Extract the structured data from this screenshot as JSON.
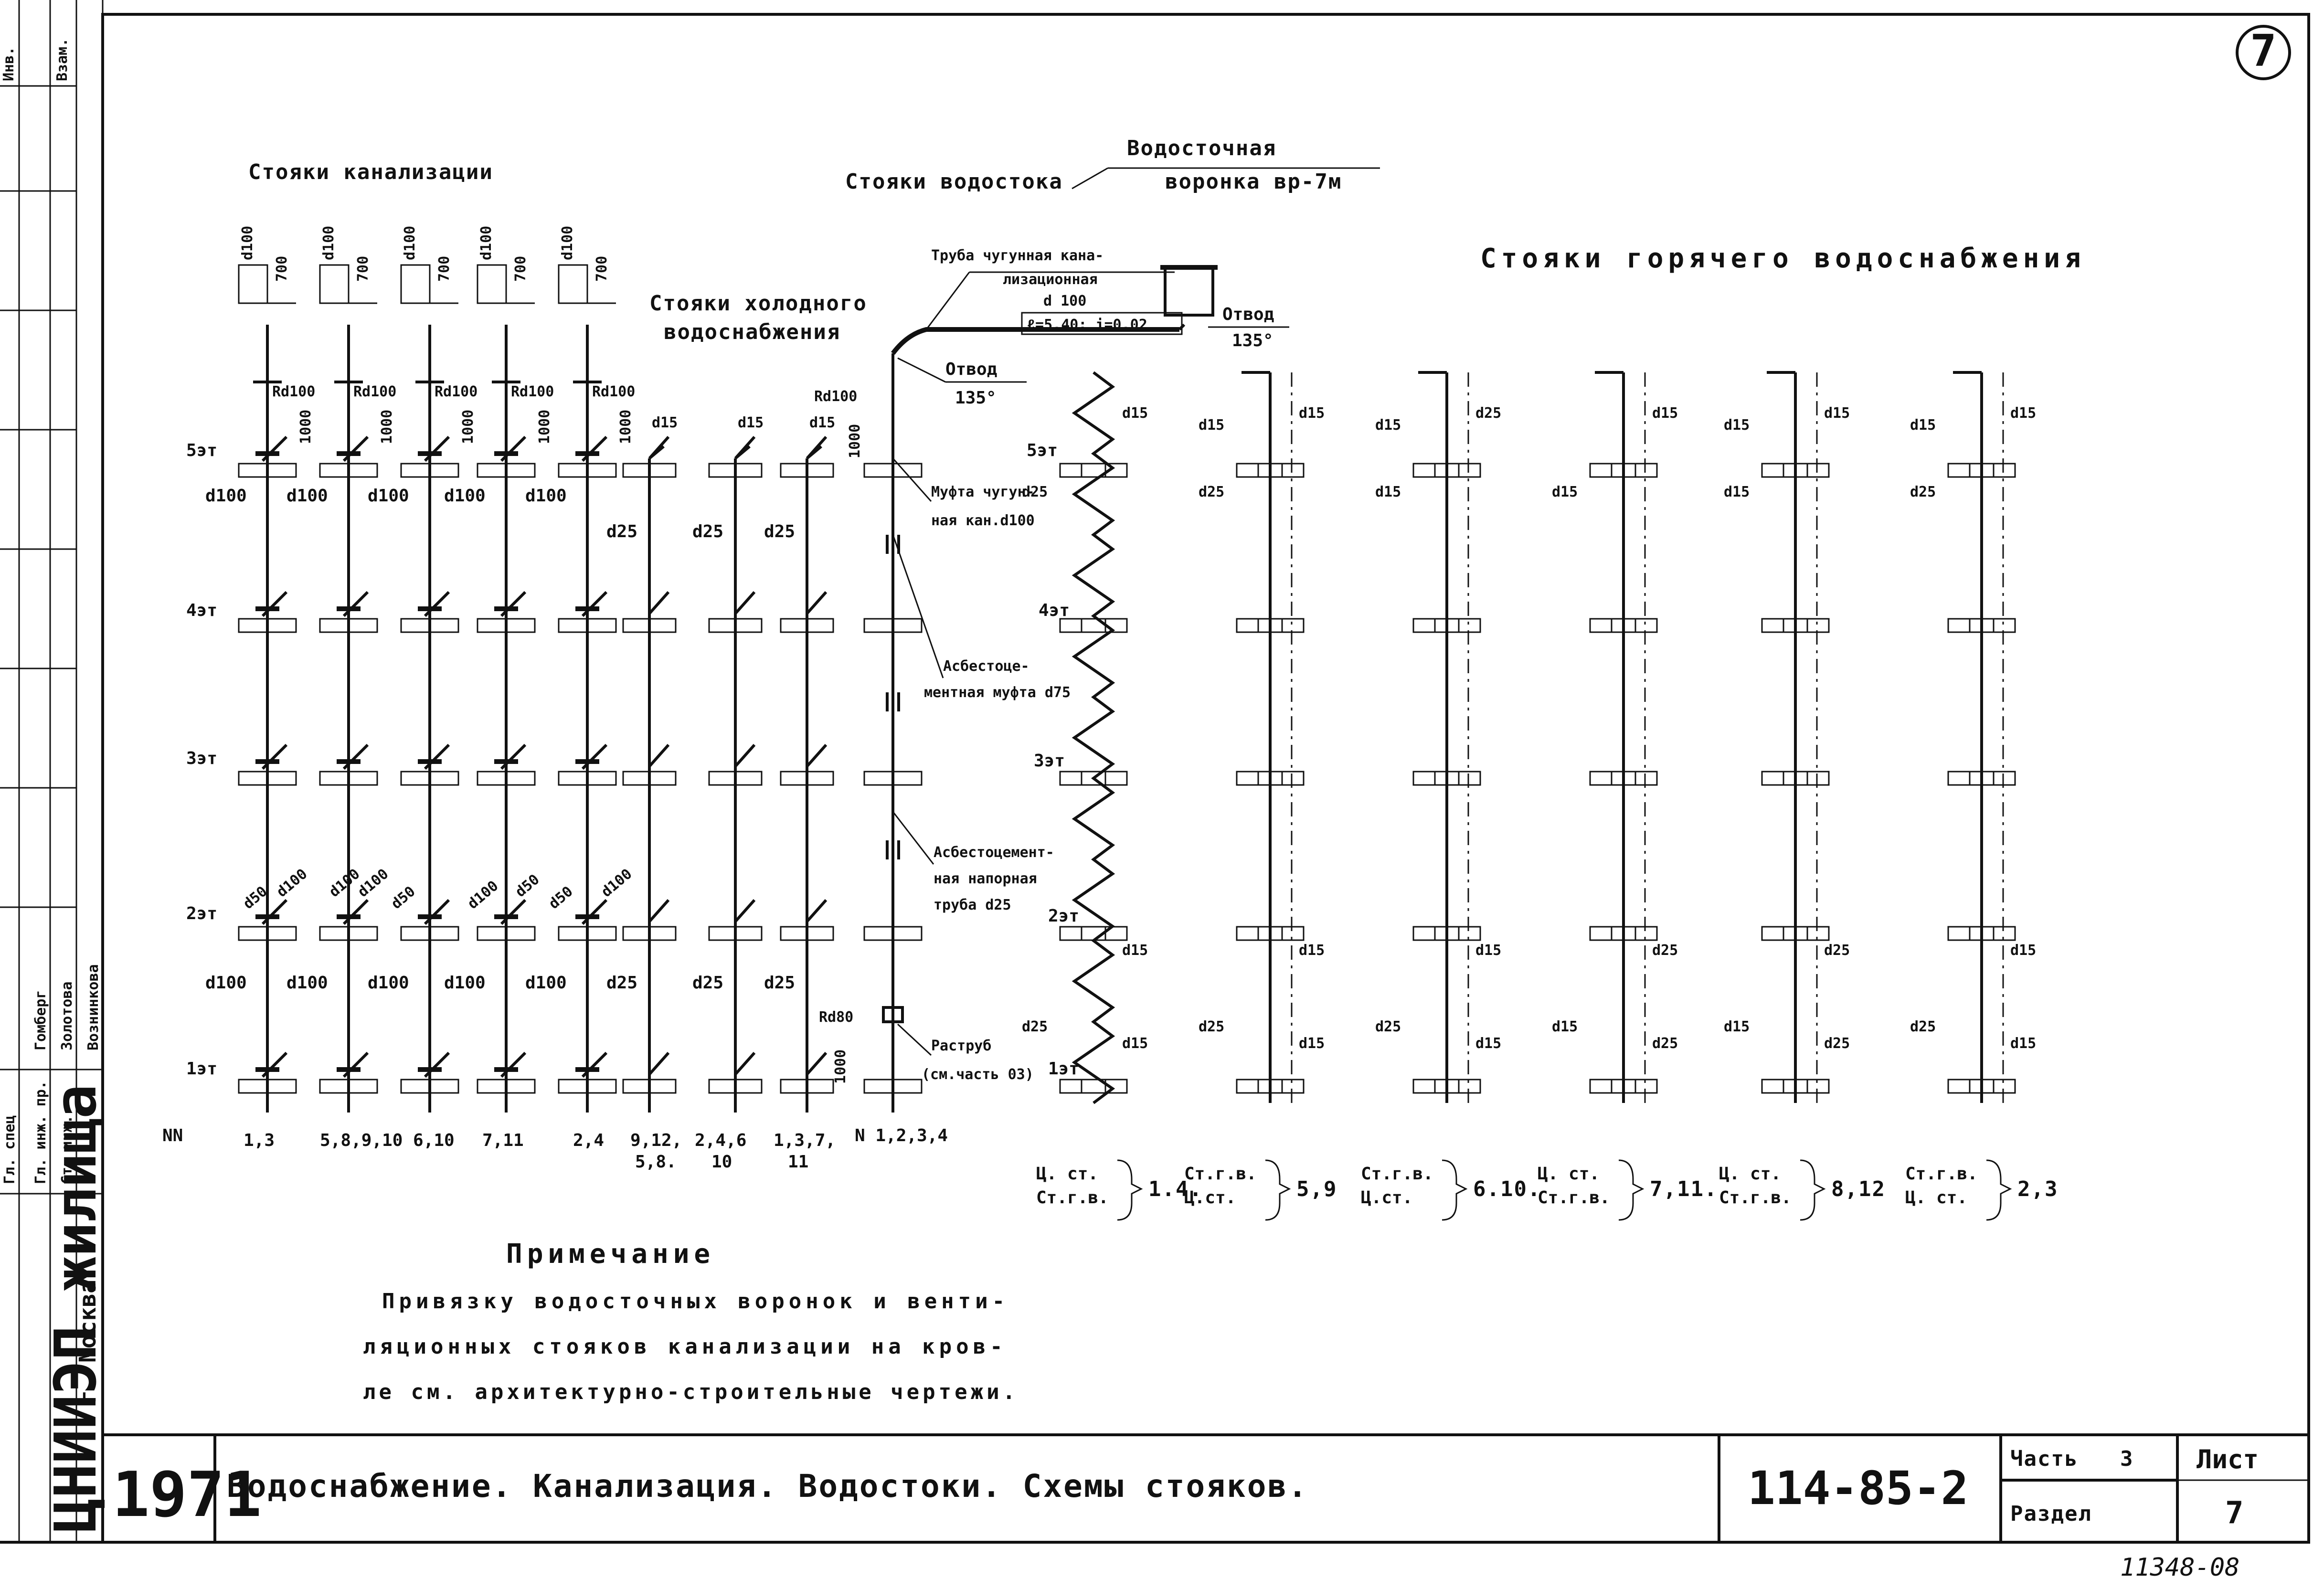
{
  "headings": {
    "sewer": "Стояки канализации",
    "drain": "Стояки водостока",
    "cold": [
      "Стояки холодного",
      "водоснабжения"
    ],
    "hot": "Стояки горячего водоснабжения",
    "funnel": [
      "Водосточная",
      "воронка  вр-7м"
    ]
  },
  "sheet_number": "7",
  "floors": [
    "5эт",
    "4эт",
    "3эт",
    "2эт",
    "1эт"
  ],
  "sewer_risers": {
    "top_dims": [
      "d100",
      "700",
      "d100",
      "700",
      "d100",
      "700",
      "d100",
      "700",
      "d100",
      "700"
    ],
    "rd_labels": [
      "Rd100",
      "Rd100",
      "Rd100",
      "Rd100",
      "Rd100"
    ],
    "gap_dims": [
      "1000",
      "1000",
      "1000",
      "1000",
      "1000"
    ],
    "d_top": [
      "d100",
      "d100",
      "d100",
      "d100",
      "d100"
    ],
    "bottom_d": [
      "d100",
      "d100",
      "d100",
      "d100",
      "d100"
    ],
    "branch_d": [
      "d100",
      "d50",
      "d100",
      "d50",
      "d100",
      "d100",
      "d50",
      "d50",
      "d100"
    ],
    "numbers": [
      "1,3",
      "5,8,9,10",
      "6,10",
      "7,11",
      "2,4"
    ]
  },
  "cold_risers": {
    "top_d": [
      "d15",
      "d15",
      "d15"
    ],
    "mid_d": [
      "d25",
      "d25",
      "d25"
    ],
    "bottom_d": [
      "d25",
      "d25",
      "d25"
    ],
    "numbers": [
      "9,12,",
      "5,8.",
      "2,4,6",
      "10",
      "1,3,7,",
      "11"
    ]
  },
  "drain_riser": {
    "rd_top": "Rd100",
    "dim_top": "1000",
    "rd_bottom": "Rd80",
    "dim_bottom": "1000",
    "number": "N 1,2,3,4",
    "nn": "NN"
  },
  "callouts": {
    "pipe": [
      "Труба чугунная кана-",
      "лизационная",
      "d 100",
      "ℓ=5.40; i=0.02"
    ],
    "elbow_top": [
      "Отвод",
      "135°"
    ],
    "elbow_left": [
      "Отвод",
      "135°"
    ],
    "coupling": [
      "Муфта чугун-",
      "ная кан.d100"
    ],
    "asb_coupling": [
      "Асбестоце-",
      "ментная муфта d75"
    ],
    "asb_pipe": [
      "Асбестоцемент-",
      "ная напорная",
      "труба d25"
    ],
    "socket": [
      "Раструб",
      "(см.часть 03)"
    ]
  },
  "hot_risers": [
    {
      "labels": [
        "d15",
        "d25",
        "d15",
        "d25",
        "d15"
      ],
      "group": [
        "Ц. ст.",
        "Ст.г.в."
      ],
      "numbers": "1.4."
    },
    {
      "labels": [
        "d15",
        "d25",
        "d15",
        "d25",
        "d15",
        "d15"
      ],
      "group": [
        "Ст.г.в.",
        "Ц.ст."
      ],
      "numbers": "5,9"
    },
    {
      "labels": [
        "d25",
        "d15",
        "d15",
        "d25",
        "d15",
        "d15"
      ],
      "group": [
        "Ст.г.в.",
        "Ц.ст."
      ],
      "numbers": "6.10."
    },
    {
      "labels": [
        "d15",
        "d15",
        "d25",
        "d15",
        "d25"
      ],
      "group": [
        "Ц. ст.",
        "Ст.г.в."
      ],
      "numbers": "7,11."
    },
    {
      "labels": [
        "d15",
        "d15",
        "d25",
        "d15",
        "d25",
        "d15"
      ],
      "group": [
        "Ц. ст.",
        "Ст.г.в."
      ],
      "numbers": "8,12"
    },
    {
      "labels": [
        "d15",
        "d25",
        "d15",
        "d25",
        "d15",
        "d15"
      ],
      "group": [
        "Ст.г.в.",
        "Ц. ст."
      ],
      "numbers": "2,3"
    }
  ],
  "note": {
    "title": "Примечание",
    "lines": [
      "Привязку водосточных воронок и венти-",
      "ляционных стояков канализации на кров-",
      "ле см. архитектурно-строительные чертежи."
    ]
  },
  "title_block": {
    "year": "1971",
    "title": "Водоснабжение. Канализация. Водостоки.  Схемы стояков.",
    "code": "114-85-2",
    "part_label": "Часть",
    "part_value": "3",
    "section_label": "Раздел",
    "sheet_label": "Лист",
    "sheet_value": "7"
  },
  "stamp": {
    "org": "ЦНИИЭП жилища",
    "city": "г. Москва",
    "roles": [
      "Гл. спец",
      "Гл. инж. пр.",
      "Ст. инж."
    ],
    "names": [
      "Гомберг",
      "Золотова",
      "Вознинкова"
    ],
    "side": [
      "Инв.",
      "Взам."
    ]
  },
  "archive_number": "11348-08"
}
